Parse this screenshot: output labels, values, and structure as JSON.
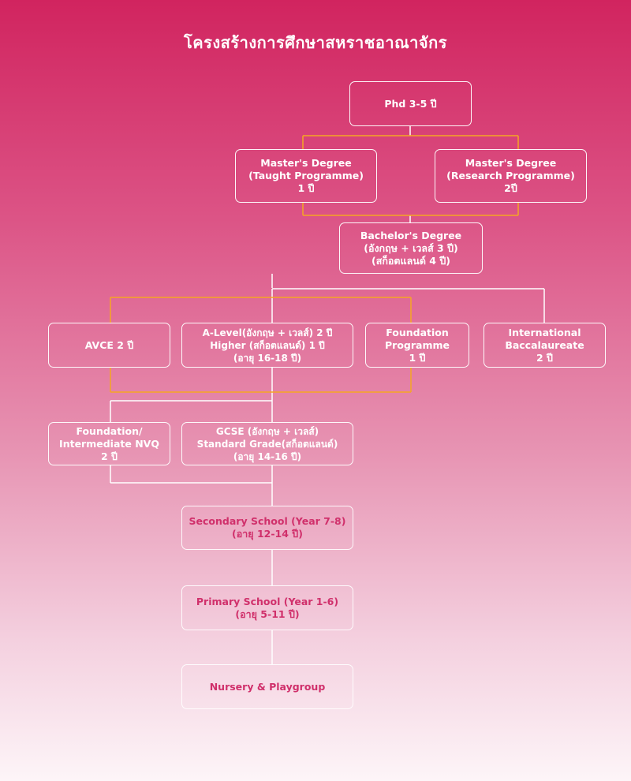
{
  "title": "โครงสร้างการศึกษาสหราชอาณาจักร",
  "nodes": {
    "phd": [
      "Phd 3-5 ปี"
    ],
    "masters_taught": [
      "Master's Degree",
      "(Taught Programme)",
      "1 ปี"
    ],
    "masters_research": [
      "Master's Degree",
      "(Research Programme)",
      "2ปี"
    ],
    "bachelors": [
      "Bachelor's Degree",
      "(อังกฤษ + เวลส์ 3 ปี)",
      "(สก็อตแลนด์ 4 ปี)"
    ],
    "avce": [
      "AVCE 2 ปี"
    ],
    "a_level": [
      "A-Level(อังกฤษ + เวลส์) 2 ปี",
      "Higher (สก็อตแลนด์) 1 ปี",
      "(อายุ 16-18 ปี)"
    ],
    "foundation_programme": [
      "Foundation",
      "Programme",
      "1 ปี"
    ],
    "ib": [
      "International",
      "Baccalaureate",
      "2 ปี"
    ],
    "foundation_nvq": [
      "Foundation/",
      "Intermediate NVQ",
      "2 ปี"
    ],
    "gcse": [
      "GCSE (อังกฤษ + เวลส์)",
      "Standard Grade(สก็อตแลนด์)",
      "(อายุ 14-16 ปี)"
    ],
    "secondary": [
      "Secondary School (Year 7-8)",
      "(อายุ 12-14 ปี)"
    ],
    "primary": [
      "Primary School (Year 1-6)",
      "(อายุ 5-11 ปี)"
    ],
    "nursery": [
      "Nursery & Playgroup"
    ]
  },
  "colors": {
    "line_white": "#ffffff",
    "line_orange": "#f5a623",
    "pink_text": "#d0306b"
  }
}
